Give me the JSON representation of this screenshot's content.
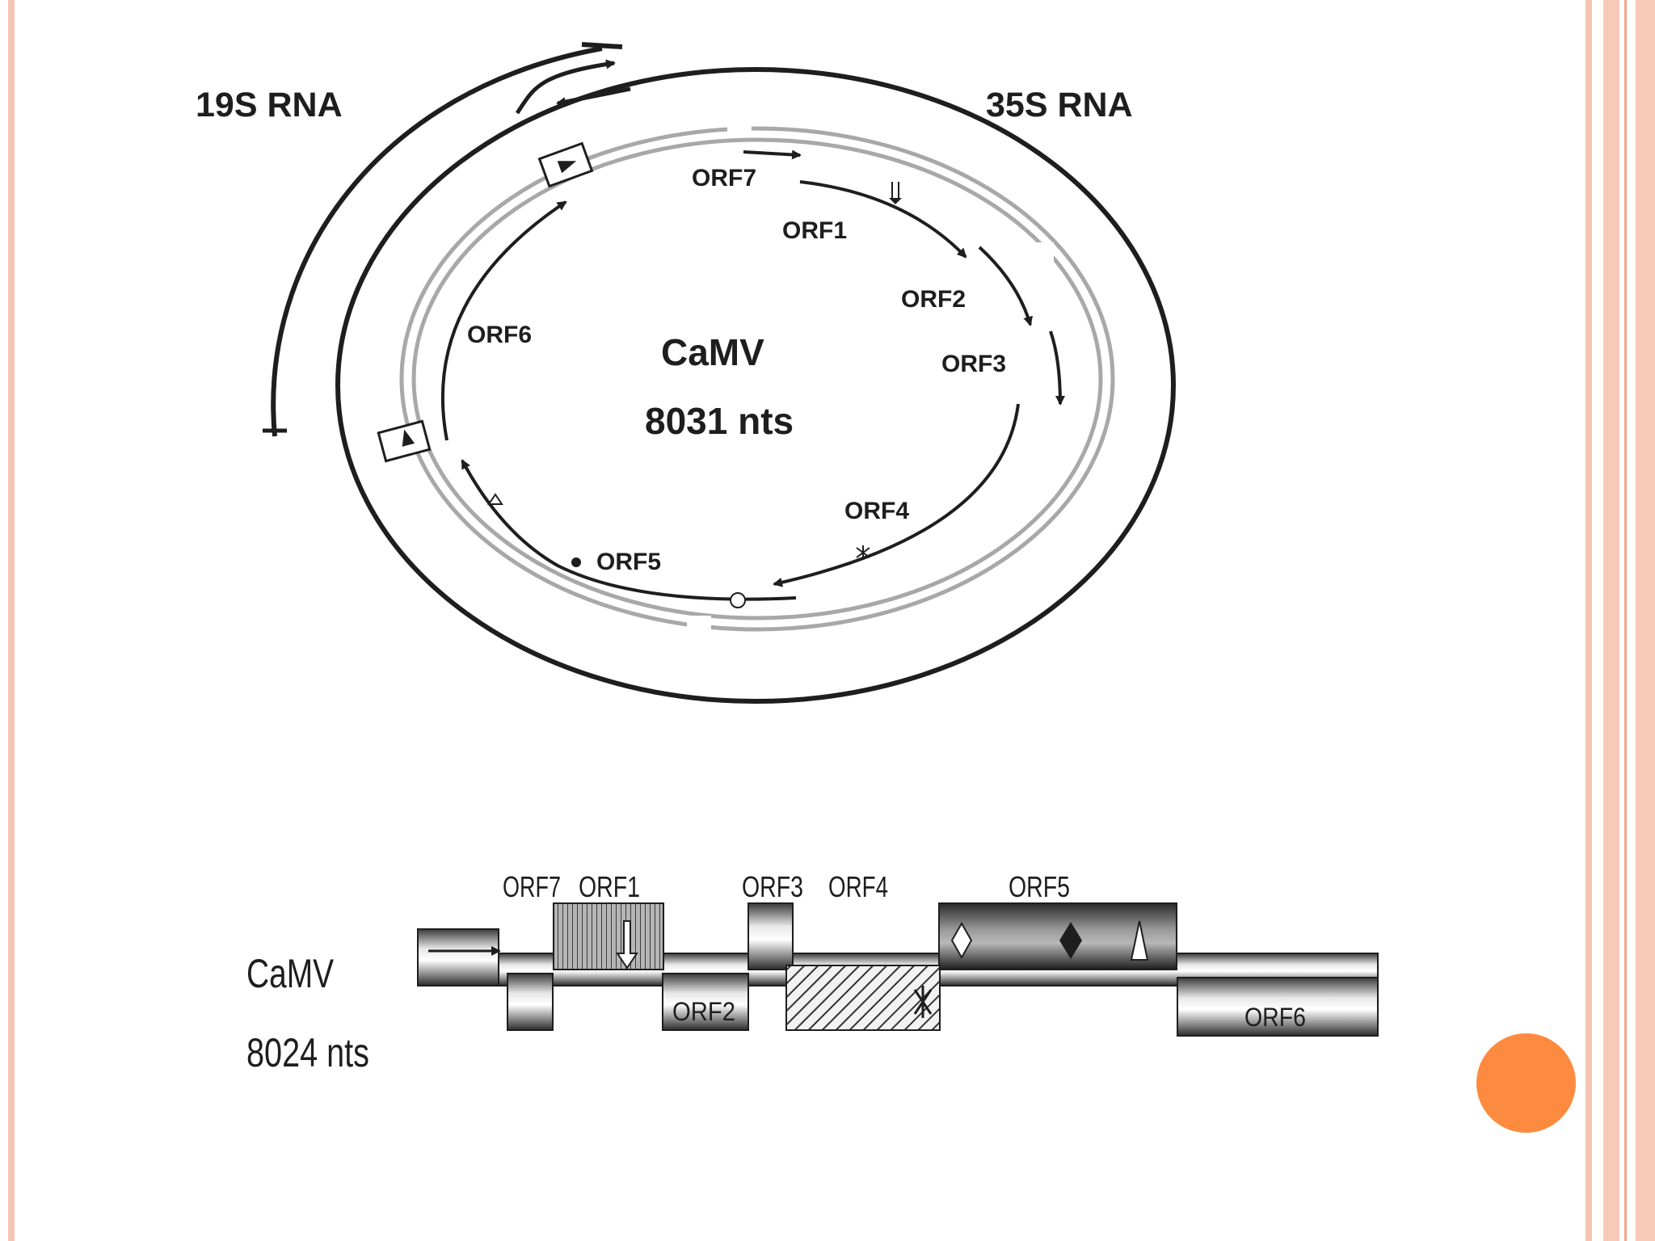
{
  "circular_map": {
    "rna_19s": "19S RNA",
    "rna_35s": "35S RNA",
    "virus": "CaMV",
    "size": "8031 nts",
    "orfs": [
      "ORF7",
      "ORF1",
      "ORF2",
      "ORF3",
      "ORF4",
      "ORF5",
      "ORF6"
    ]
  },
  "linear_map": {
    "virus": "CaMV",
    "size": "8024 nts",
    "orfs": [
      "ORF7",
      "ORF1",
      "ORF2",
      "ORF3",
      "ORF4",
      "ORF5",
      "ORF6"
    ]
  },
  "colors": {
    "frame": "#f6c4b3",
    "accent_dot": "#fd8b3f"
  }
}
